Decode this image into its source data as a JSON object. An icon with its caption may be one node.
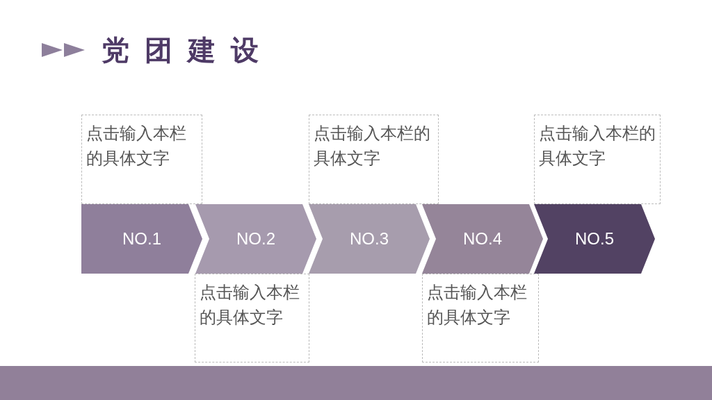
{
  "diagram": {
    "title": "党团建设",
    "nodes": [
      {
        "text": [
          "点击输入本栏的具体文字"
        ]
      },
      {
        "text": [
          "点击输入本栏的具体文字"
        ]
      },
      {
        "text": [
          "点击输入本栏的具体文字"
        ]
      },
      {
        "text": [
          "NO.1"
        ]
      },
      {
        "text": [
          "NO.2"
        ]
      },
      {
        "text": [
          "NO.3"
        ]
      },
      {
        "text": [
          "NO.4"
        ]
      },
      {
        "text": [
          "NO.5"
        ]
      },
      {
        "text": [
          "点击输入本栏的具体文字"
        ]
      },
      {
        "text": [
          "点击输入本栏的具体文字"
        ]
      }
    ]
  }
}
